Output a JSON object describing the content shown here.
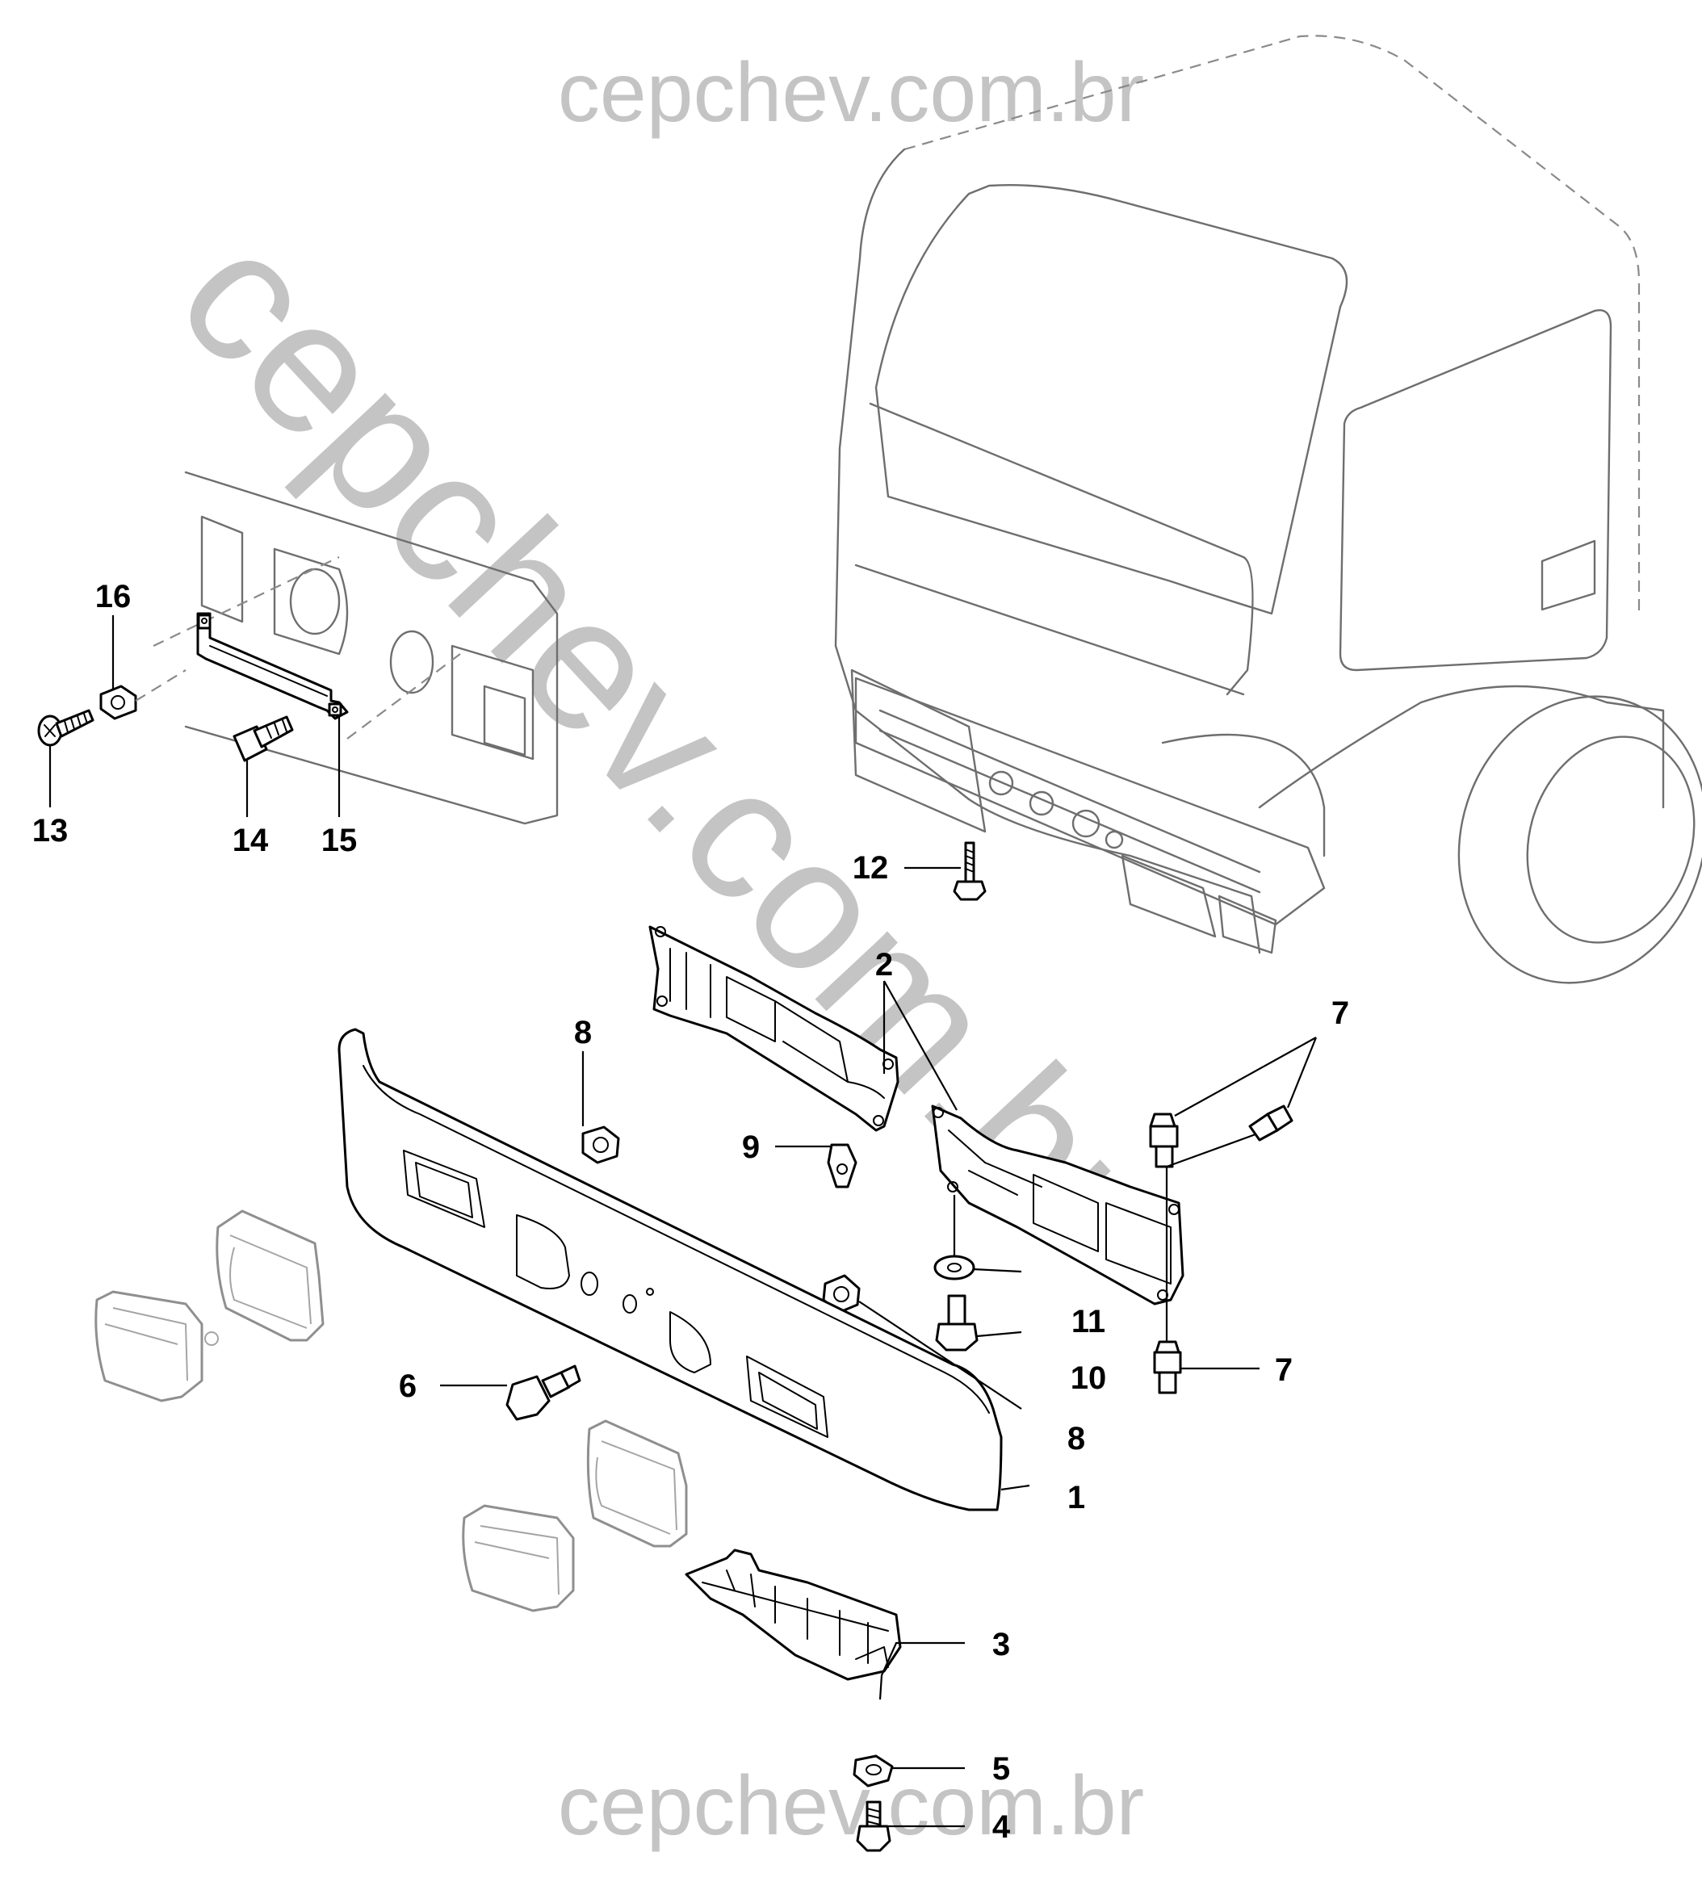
{
  "watermark": {
    "top_text": "cepchev.com.br",
    "bottom_text": "cepchev.com.br",
    "diagonal_text": "cepchev.com.br",
    "color": "#c4c4c4"
  },
  "callouts": {
    "c1": "1",
    "c2": "2",
    "c3": "3",
    "c4": "4",
    "c5": "5",
    "c6": "6",
    "c7a": "7",
    "c7b": "7",
    "c8a": "8",
    "c8b": "8",
    "c9": "9",
    "c10": "10",
    "c11": "11",
    "c12": "12",
    "c13": "13",
    "c14": "14",
    "c15": "15",
    "c16": "16"
  }
}
